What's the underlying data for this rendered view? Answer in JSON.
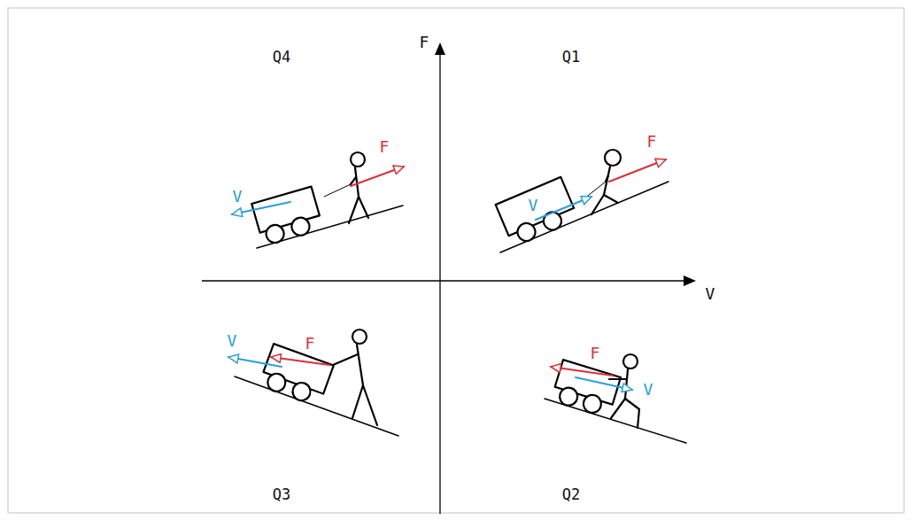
{
  "diagram": {
    "labels": [
      "Q4",
      "F",
      "Q1",
      "V",
      "V",
      "F",
      "V",
      "F",
      "F",
      "V",
      "F",
      "V",
      "Q3",
      "Q2"
    ]
  }
}
